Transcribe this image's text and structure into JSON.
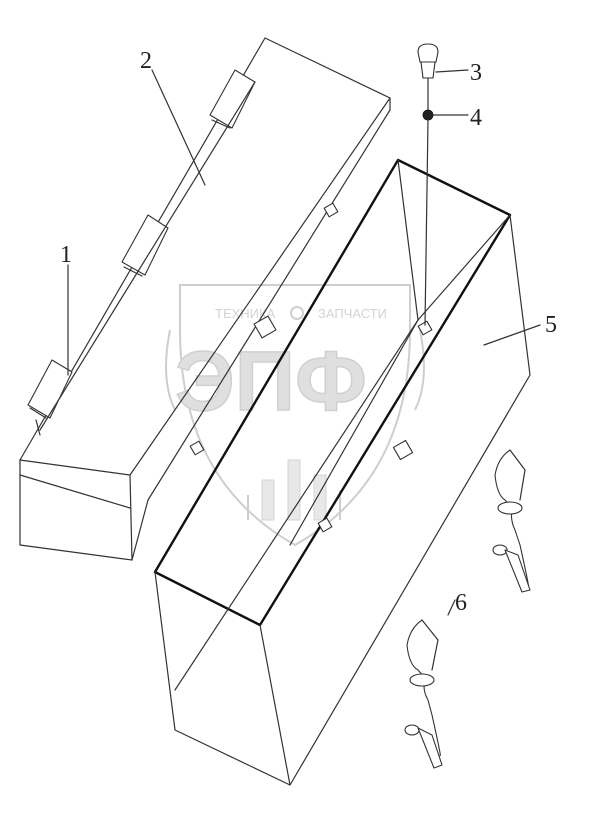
{
  "callouts": [
    {
      "id": "1",
      "label": "1"
    },
    {
      "id": "2",
      "label": "2"
    },
    {
      "id": "3",
      "label": "3"
    },
    {
      "id": "4",
      "label": "4"
    },
    {
      "id": "5",
      "label": "5"
    },
    {
      "id": "6",
      "label": "6"
    }
  ],
  "watermark": {
    "top_left": "ТЕХНИКА",
    "top_right": "ЗАПЧАСТИ",
    "logo": "ЭПФ"
  },
  "colors": {
    "line": "#333333",
    "watermark": "#cfcfcf"
  }
}
